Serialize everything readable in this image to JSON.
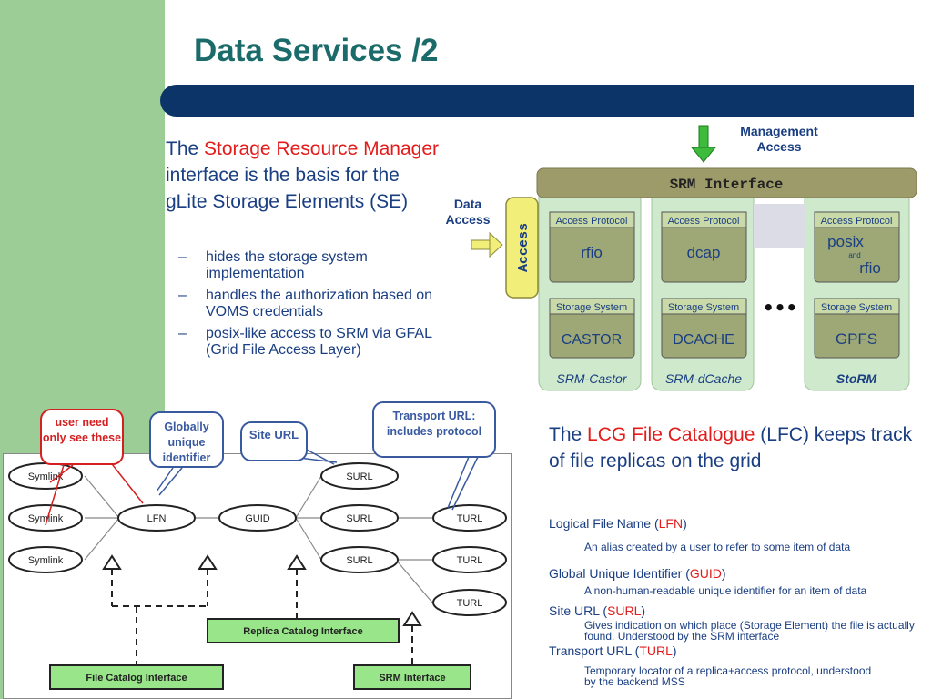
{
  "title": "Data Services /2",
  "srm": {
    "pre": "The ",
    "highlight": "Storage Resource Manager",
    "post": " interface is the basis for the gLite Storage Elements (SE)",
    "bullets": [
      "hides the storage system implementation",
      "handles the authorization based on VOMS credentials",
      "posix-like access to SRM via GFAL (Grid File Access Layer)"
    ],
    "dash": "–"
  },
  "srm_diagram": {
    "management_access": "Management Access",
    "data_access": "Data Access",
    "interface_label": "SRM Interface",
    "access_label": "Access",
    "ellipsis": "•••",
    "columns": [
      {
        "access_protocol_label": "Access Protocol",
        "protocol": "rfio",
        "storage_system_label": "Storage System",
        "storage": "CASTOR",
        "srm_name": "SRM-Castor"
      },
      {
        "access_protocol_label": "Access Protocol",
        "protocol": "dcap",
        "storage_system_label": "Storage System",
        "storage": "DCACHE",
        "srm_name": "SRM-dCache"
      },
      {
        "access_protocol_label": "Access Protocol",
        "protocol_line1": "posix",
        "protocol_and": "and",
        "protocol_line2": "rfio",
        "storage_system_label": "Storage System",
        "storage": "GPFS",
        "srm_name": "StoRM"
      }
    ],
    "colors": {
      "interface": "#9e9b6b",
      "column": "#cfe9cc",
      "access_box": "#f1ef7a",
      "arrow": "#3dbb3d"
    }
  },
  "callouts": {
    "user_need": "user need only see these",
    "globally_unique": "Globally unique identifier",
    "site_url": "Site URL",
    "transport_url": "Transport URL: includes protocol"
  },
  "catalog_diagram": {
    "symlinks": [
      "Symlink",
      "Symlink",
      "Symlink"
    ],
    "lfn": "LFN",
    "guid": "GUID",
    "surls": [
      "SURL",
      "SURL",
      "SURL"
    ],
    "turls": [
      "TURL",
      "TURL",
      "TURL",
      "TURL"
    ],
    "replica_catalog": "Replica Catalog Interface",
    "file_catalog": "File Catalog Interface",
    "srm_interface": "SRM Interface",
    "colors": {
      "interface_box": "#99e68a"
    }
  },
  "lfc": {
    "pre": "The ",
    "highlight": "LCG File Catalogue",
    "post": " (LFC) keeps track of file replicas on the grid",
    "terms": [
      {
        "name": "Logical File Name (",
        "abbr": "LFN",
        "close": ")",
        "definition": "An alias created by a user to refer to some item of data"
      },
      {
        "name": "Global Unique Identifier (",
        "abbr": "GUID",
        "close": ")",
        "definition": "A non-human-readable unique identifier for an item of data"
      },
      {
        "name": "Site URL (",
        "abbr": "SURL",
        "close": ")",
        "definition": "Gives indication on which place (Storage Element) the file is actually found. Understood by the SRM interface"
      },
      {
        "name": "Transport URL (",
        "abbr": "TURL",
        "close": ")",
        "definition": "Temporary locator of a replica+access protocol, understood by the backend MSS"
      }
    ]
  }
}
